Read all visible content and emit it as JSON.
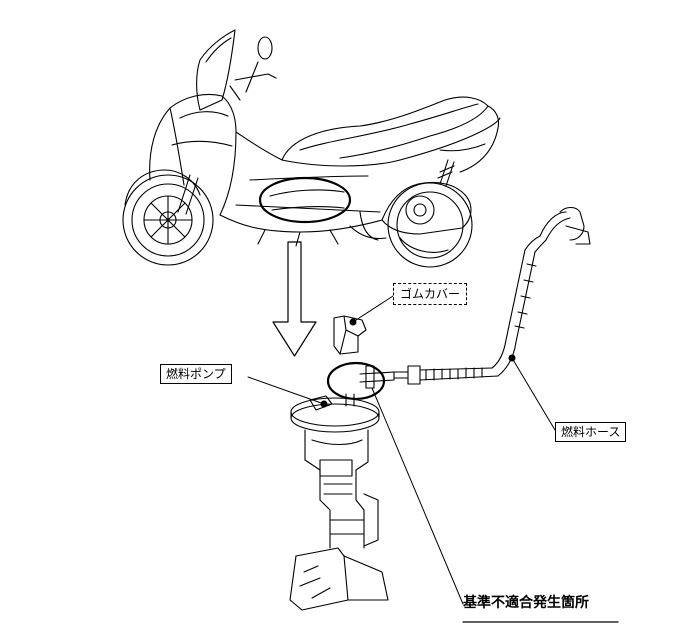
{
  "labels": {
    "rubber_cover": "ゴムカバー",
    "fuel_pump": "燃料ポンプ",
    "fuel_hose": "燃料ホース",
    "defect_location": "基準不適合発生箇所"
  },
  "colors": {
    "line": "#000000",
    "background": "#ffffff"
  }
}
